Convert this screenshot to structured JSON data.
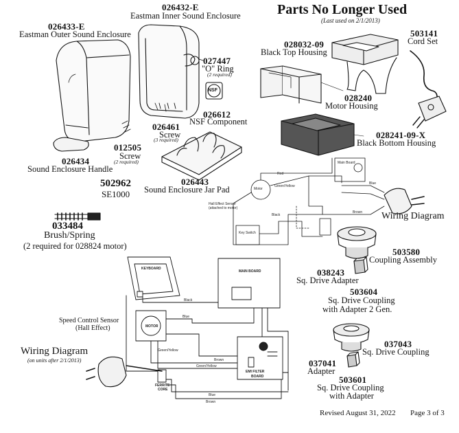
{
  "header": {
    "title": "Parts No Longer Used",
    "subtitle": "(Last used on  2/1/2013)"
  },
  "parts": {
    "p026432": {
      "number": "026432-E",
      "name": "Eastman Inner Sound Enclosure"
    },
    "p026433": {
      "number": "026433-E",
      "name": "Eastman Outer Sound Enclosure"
    },
    "p027447": {
      "number": "027447",
      "name": "\"O\" Ring",
      "note": "(2 required)"
    },
    "p026612": {
      "number": "026612",
      "name": "NSF Component",
      "logo": "NSF"
    },
    "p026461": {
      "number": "026461",
      "name": "Screw",
      "note": "(3 required)"
    },
    "p012505": {
      "number": "012505",
      "name": "Screw",
      "note": "(2 required)"
    },
    "p026434": {
      "number": "026434",
      "name": "Sound Enclosure Handle"
    },
    "p026443": {
      "number": "026443",
      "name": "Sound Enclosure Jar Pad"
    },
    "p502962": {
      "number": "502962",
      "name": "SE1000"
    },
    "p033484": {
      "number": "033484",
      "name": "Brush/Spring",
      "note": "(2 required for 028824 motor)"
    },
    "p028032": {
      "number": "028032-09",
      "name": "Black Top Housing"
    },
    "p503141": {
      "number": "503141",
      "name": "Cord Set"
    },
    "p028240": {
      "number": "028240",
      "name": "Motor Housing"
    },
    "p028241": {
      "number": "028241-09-X",
      "name": "Black Bottom Housing"
    },
    "p503580": {
      "number": "503580",
      "name": "Coupling Assembly"
    },
    "p038243": {
      "number": "038243",
      "name": "Sq. Drive Adapter"
    },
    "p503604": {
      "number": "503604",
      "name": "Sq. Drive Coupling",
      "name2": "with Adapter 2 Gen."
    },
    "p037043": {
      "number": "037043",
      "name": "Sq. Drive Coupling"
    },
    "p037041": {
      "number": "037041",
      "name": "Adapter"
    },
    "p503601": {
      "number": "503601",
      "name": "Sq. Drive Coupling",
      "name2": "with Adapter"
    }
  },
  "wiring_top": {
    "label": "Wiring Diagram",
    "components": {
      "motor": "Motor",
      "key_switch": "Key Switch",
      "hall_sensor": "Hall Effect Sensor (attached to motor)",
      "main_board": "Main Board"
    },
    "wires": {
      "red": "Red",
      "green_yellow": "Green/Yellow",
      "black": "Black",
      "blue": "Blue",
      "brown": "Brown"
    }
  },
  "wiring_bottom": {
    "label": "Wiring Diagram",
    "note": "(on units after 2/1/2013)",
    "speed_sensor": "Speed Control Sensor",
    "speed_sensor2": "(Hall Effect)",
    "keyboard": "KEYBOARD",
    "main_board": "MAIN BOARD",
    "motor": "MOTOR",
    "emi_filter": "EMI FILTER",
    "emi_board": "BOARD",
    "ferrite": "FERRITE",
    "ferrite2": "CORE",
    "wires": {
      "black": "Black",
      "blue": "Blue",
      "green_yellow": "Green/Yellow",
      "brown": "Brown"
    }
  },
  "footer": {
    "revision": "Revised August 31, 2022",
    "page": "Page 3 of 3"
  }
}
